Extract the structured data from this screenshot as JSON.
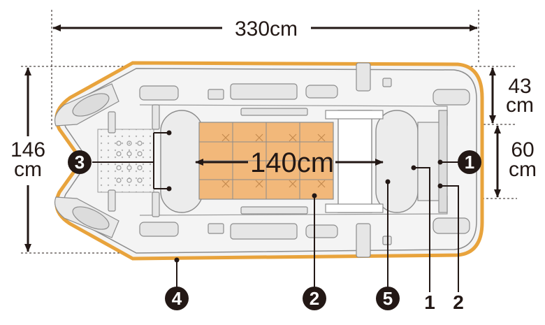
{
  "dimensions": {
    "overall_length": "330cm",
    "overall_width_value": "146",
    "overall_width_unit": "cm",
    "tube_width_value": "43",
    "tube_width_unit": "cm",
    "transom_width_value": "60",
    "transom_width_unit": "cm",
    "floor_length": "140cm"
  },
  "callouts": {
    "badge_1": "1",
    "badge_2": "2",
    "badge_3": "3",
    "badge_4": "4",
    "badge_5": "5",
    "plain_1": "1",
    "plain_2": "2"
  },
  "colors": {
    "outline_orange": "#e8a33c",
    "floor_fill": "#f2b87a",
    "hull_fill": "#f4f4f4",
    "line_gray": "#8c8c8c",
    "ink": "#231815"
  }
}
